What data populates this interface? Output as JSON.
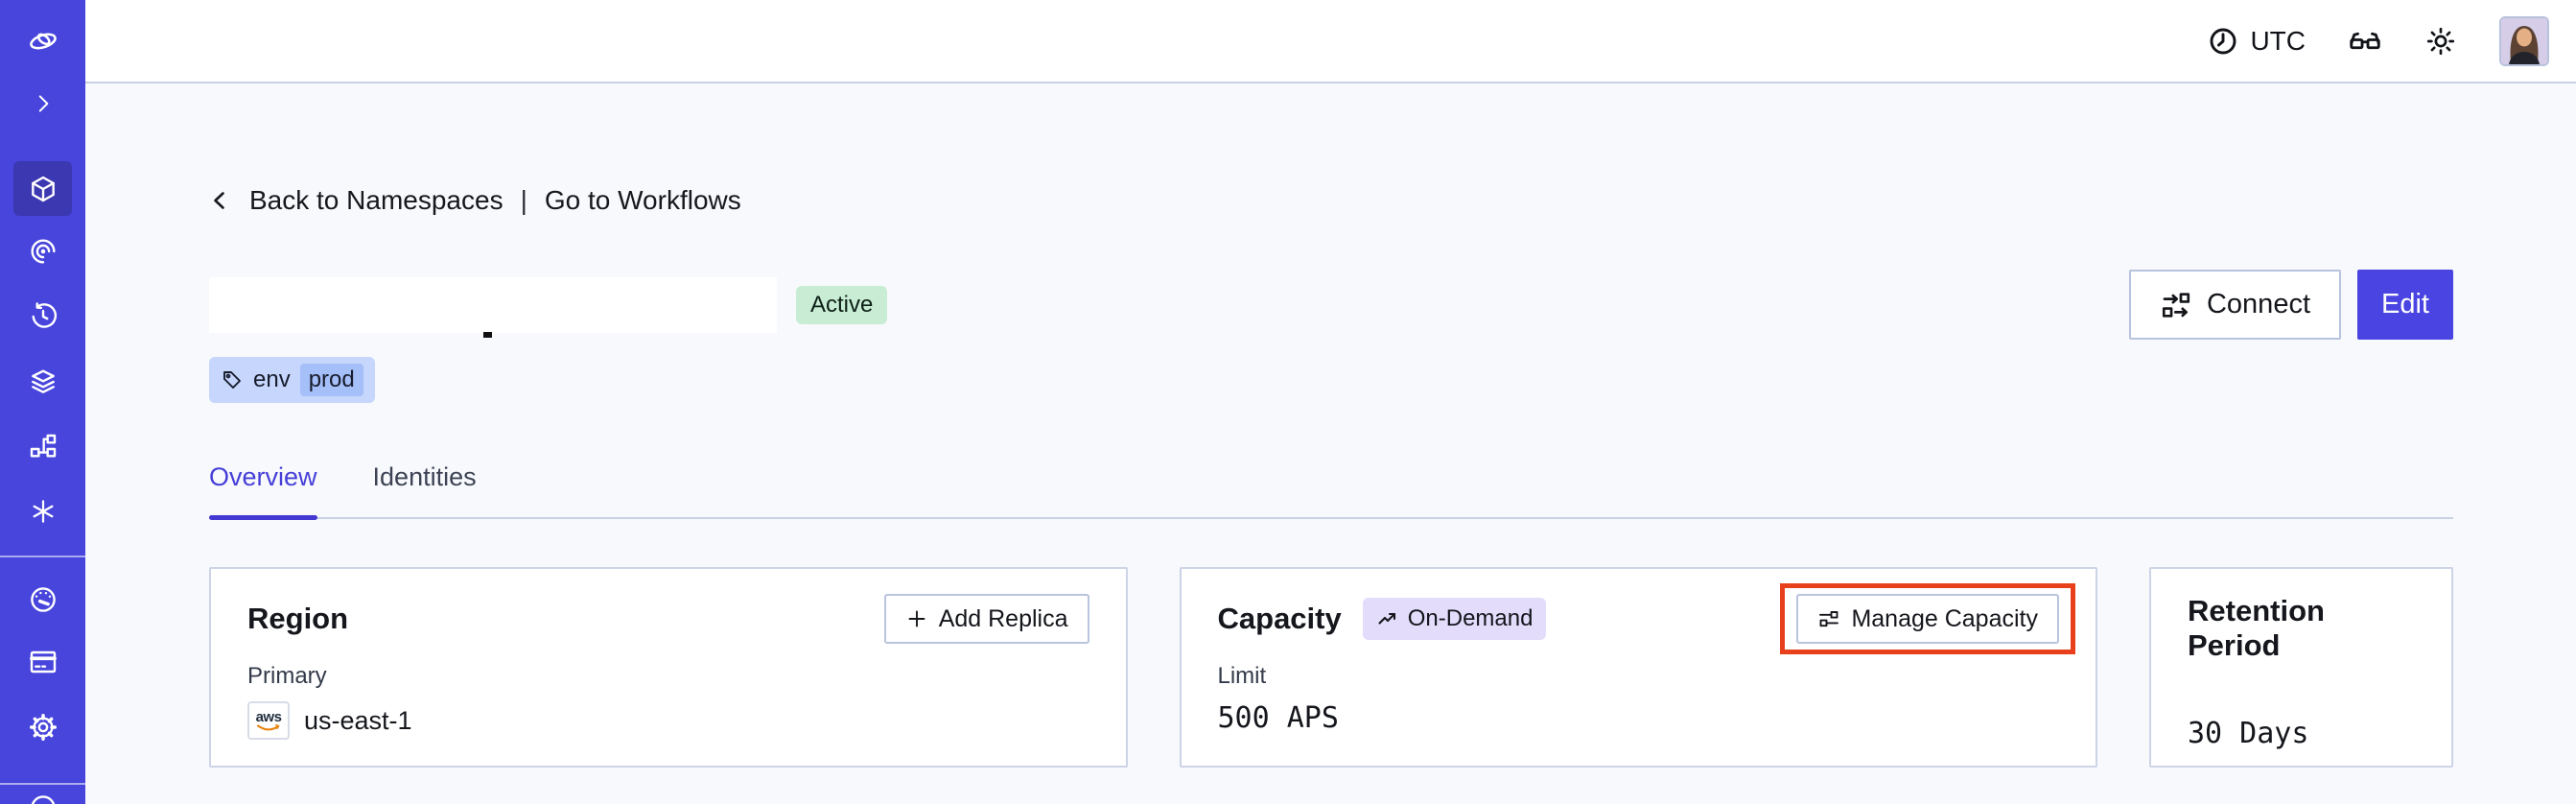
{
  "topbar": {
    "timezone": "UTC",
    "icons": [
      "clock-icon",
      "glasses-icon",
      "sun-icon",
      "avatar"
    ]
  },
  "sidebar": {
    "accent_color": "#4845dc",
    "active_tile_color": "#3b38b2",
    "icons": [
      "temporal-logo",
      "expand-chevron",
      "namespaces-cube",
      "nexus-spiral",
      "schedules-clock",
      "deployments-layers",
      "batch-branch",
      "asterisk",
      "usage-speedometer",
      "billing-card",
      "settings-gear",
      "help-circle"
    ],
    "active_icon": "namespaces-cube"
  },
  "breadcrumb": {
    "back_label": "Back to Namespaces",
    "separator": "|",
    "workflows_label": "Go to Workflows"
  },
  "header": {
    "status_badge": "Active",
    "status_color": "#c9edd4",
    "tag": {
      "key": "env",
      "value": "prod",
      "pill_color": "#c6d6fc",
      "chip_color": "#a5bff8"
    },
    "connect_label": "Connect",
    "edit_label": "Edit",
    "edit_color": "#4a44e2"
  },
  "tabs": [
    {
      "label": "Overview",
      "active": true
    },
    {
      "label": "Identities",
      "active": false
    }
  ],
  "cards": {
    "region": {
      "title": "Region",
      "add_replica_label": "Add Replica",
      "field_label": "Primary",
      "provider": "aws",
      "value": "us-east-1"
    },
    "capacity": {
      "title": "Capacity",
      "badge": "On-Demand",
      "badge_color": "#e3dcfb",
      "manage_label": "Manage Capacity",
      "field_label": "Limit",
      "value": "500 APS",
      "highlight_color": "#e8401c"
    },
    "retention": {
      "title": "Retention Period",
      "value": "30 Days"
    }
  }
}
